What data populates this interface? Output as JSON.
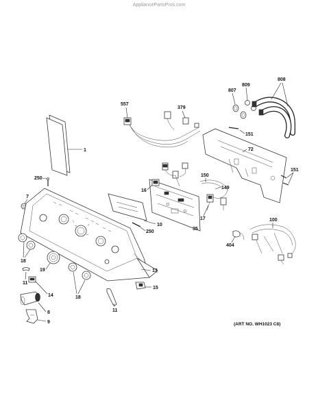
{
  "watermark": "AppliancePartsPros.com",
  "art_number": "(ART NO. WH1023 C8)",
  "callouts": {
    "c1": "1",
    "c7": "7",
    "c8": "8",
    "c9": "9",
    "c10": "10",
    "c11a": "11",
    "c11b": "11",
    "c13": "13",
    "c14": "14",
    "c15": "15",
    "c16": "16",
    "c17": "17",
    "c18a": "18",
    "c18b": "18",
    "c19": "19",
    "c35": "35",
    "c72": "72",
    "c100": "100",
    "c149": "149",
    "c150": "150",
    "c151a": "151",
    "c151b": "151",
    "c250a": "250",
    "c250b": "250",
    "c379": "379",
    "c404": "404",
    "c557": "557",
    "c807": "807",
    "c808": "808",
    "c809": "809"
  }
}
